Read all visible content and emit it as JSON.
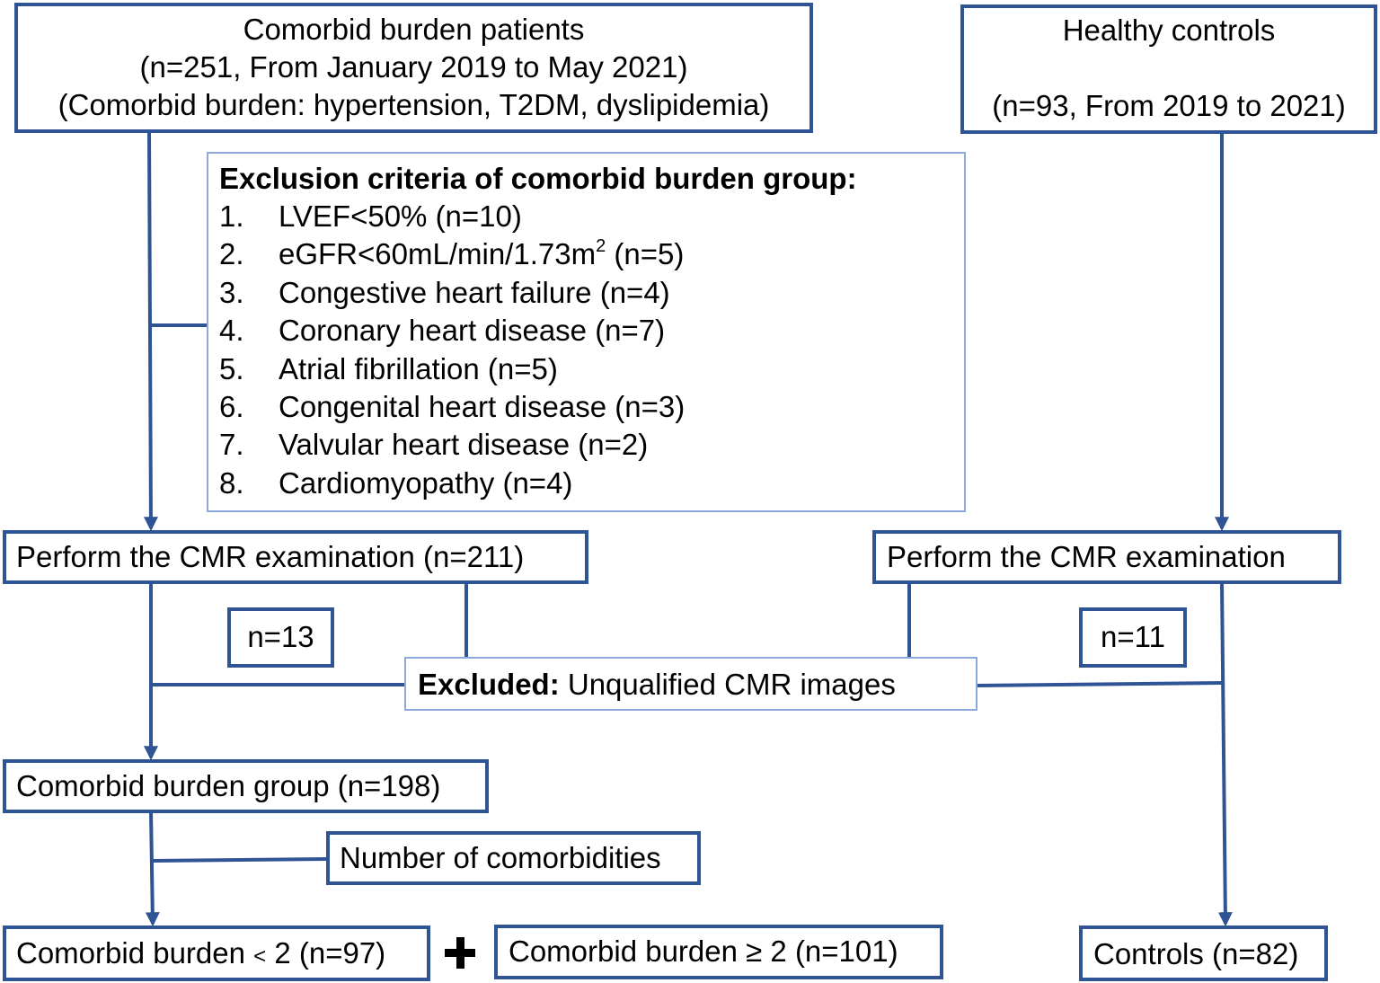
{
  "patients_box": {
    "line1": "Comorbid burden patients",
    "line2": "(n=251, From January 2019 to May 2021)",
    "line3": "(Comorbid burden: hypertension, T2DM, dyslipidemia)"
  },
  "controls_box": {
    "line1": "Healthy controls",
    "line2": "(n=93, From 2019 to 2021)"
  },
  "exclusion_box": {
    "title": "Exclusion criteria of comorbid burden group:",
    "items": [
      {
        "num": "1.",
        "text": "LVEF<50% (n=10)"
      },
      {
        "num": "2.",
        "text_pre": "eGFR<60mL/min/1.73m",
        "sup": "2",
        "text_post": " (n=5)"
      },
      {
        "num": "3.",
        "text": "Congestive heart failure (n=4)"
      },
      {
        "num": "4.",
        "text": "Coronary heart disease (n=7)"
      },
      {
        "num": "5.",
        "text": "Atrial fibrillation (n=5)"
      },
      {
        "num": "6.",
        "text": "Congenital heart disease (n=3)"
      },
      {
        "num": "7.",
        "text": "Valvular heart disease (n=2)"
      },
      {
        "num": "8.",
        "text": "Cardiomyopathy (n=4)"
      }
    ]
  },
  "cmr_left": "Perform the CMR examination (n=211)",
  "cmr_right": "Perform the CMR examination",
  "excluded_left_n": "n=13",
  "excluded_right_n": "n=11",
  "excluded_box": {
    "label": "Excluded:",
    "text": " Unqualified CMR images"
  },
  "group_box": "Comorbid burden group (n=198)",
  "number_box": "Number of comorbidities",
  "low_box": {
    "pre": "Comorbid burden ",
    "symbol": "<",
    "post": " 2 (n=97)"
  },
  "high_box": "Comorbid burden ≥ 2 (n=101)",
  "final_controls": "Controls (n=82)",
  "colors": {
    "box_border": "#2f5496",
    "exclusion_border": "#8eaadb",
    "connector": "#2f5496"
  }
}
